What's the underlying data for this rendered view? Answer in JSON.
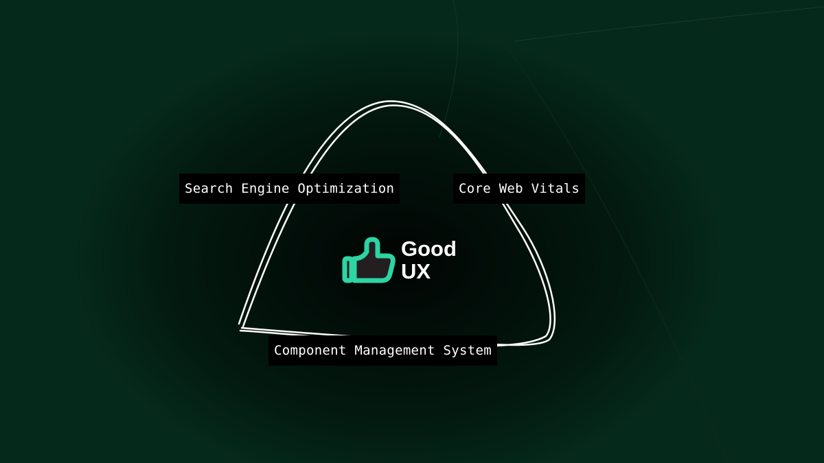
{
  "labels": {
    "seo": "Search Engine Optimization",
    "cwv": "Core Web Vitals",
    "cms": "Component Management System"
  },
  "logo": {
    "line1": "Good",
    "line2": "UX",
    "icon": "thumbs-up-icon"
  },
  "colors": {
    "accent": "#2dd4a4",
    "background": "#031a10"
  }
}
